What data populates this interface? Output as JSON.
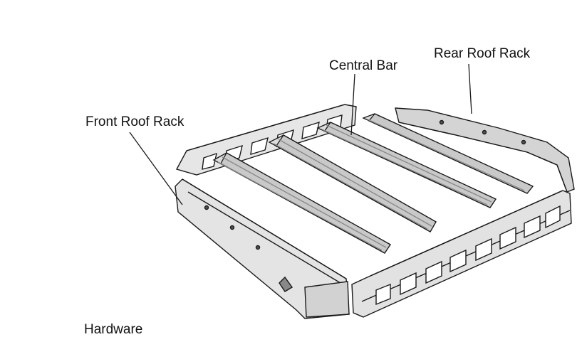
{
  "labels": {
    "central_bar": "Central Bar",
    "rear_roof_rack": "Rear Roof Rack",
    "front_roof_rack": "Front Roof Rack",
    "bottom_cut_text": "Hardware"
  },
  "colors": {
    "line": "#1a1a1a",
    "panel": "#e8e8e8",
    "panel_dark": "#cfcfcf",
    "bar": "#d9d9d9",
    "bar_edge": "#9a9a9a"
  }
}
